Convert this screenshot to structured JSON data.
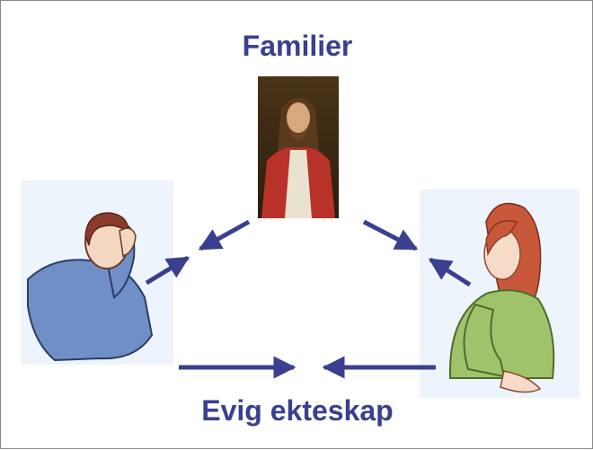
{
  "slide": {
    "title": "Familier",
    "bottom_label": "Evig ekteskap"
  },
  "figures": {
    "center": "portrait-christ",
    "left": "man-thinking",
    "right": "woman-thinking"
  },
  "colors": {
    "heading": "#3b3f8f",
    "arrow": "#3b3f8f",
    "man_sweater": "#6f8fc6",
    "woman_top": "#9fc36a",
    "woman_hair": "#c8583a",
    "robe": "#b8322a"
  }
}
